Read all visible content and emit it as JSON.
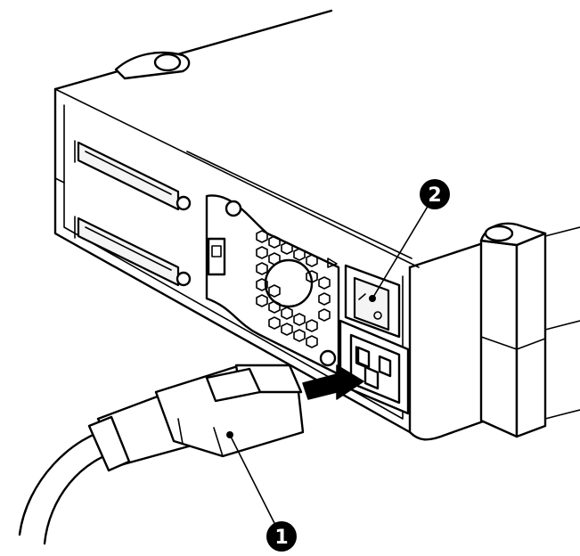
{
  "callouts": [
    {
      "label": "1",
      "refers_to": "power-cord-connector"
    },
    {
      "label": "2",
      "refers_to": "power-switch"
    }
  ],
  "colors": {
    "line": "#000000",
    "background": "#ffffff",
    "callout_fill": "#000000",
    "callout_text": "#ffffff"
  },
  "icons": [
    "screw-icon",
    "fan-grille-icon",
    "scsi-connector-icon",
    "power-switch-icon",
    "power-socket-icon",
    "insert-arrow-icon"
  ]
}
